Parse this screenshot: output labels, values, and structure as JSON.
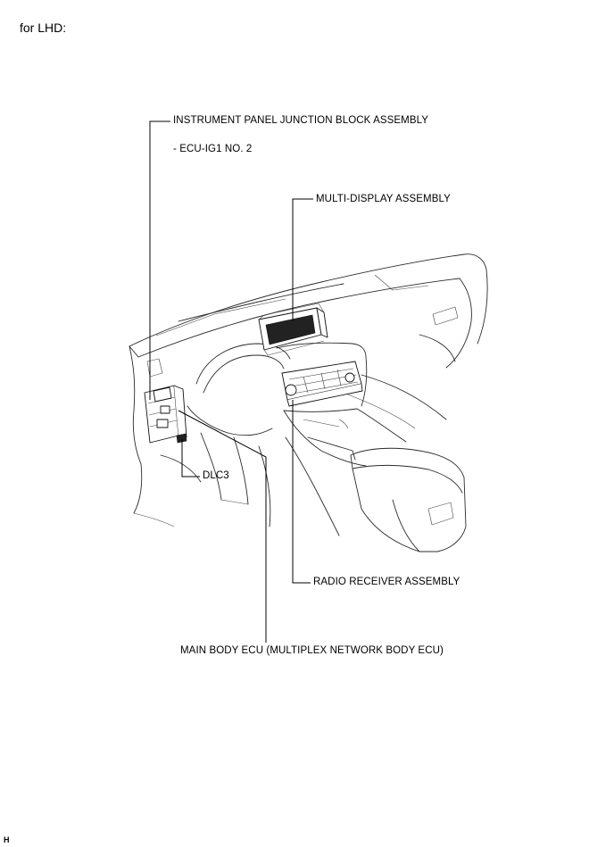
{
  "header": {
    "text": "for LHD:"
  },
  "labels": {
    "jb": "INSTRUMENT PANEL JUNCTION BLOCK ASSEMBLY",
    "ecu_ig1": "- ECU-IG1 NO. 2",
    "multi_display": "MULTI-DISPLAY ASSEMBLY",
    "dlc3": "DLC3",
    "radio": "RADIO RECEIVER ASSEMBLY",
    "main_ecu": "MAIN BODY ECU (MULTIPLEX NETWORK BODY ECU)"
  },
  "footer": {
    "text": "H"
  }
}
